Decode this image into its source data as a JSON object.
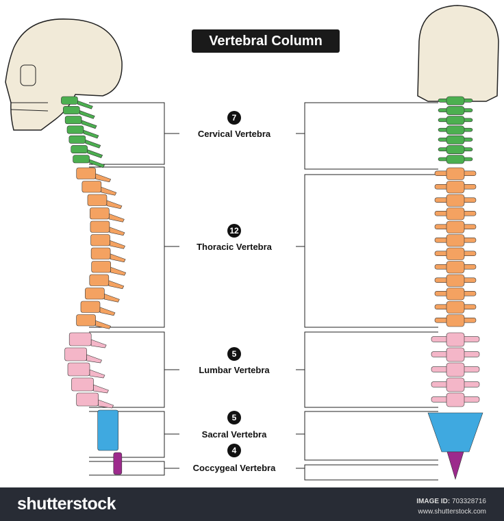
{
  "title": "Vertebral Column",
  "regions": [
    {
      "count": "7",
      "label": "Cervical Vertebra",
      "color": "#4caf50"
    },
    {
      "count": "12",
      "label": "Thoracic Vertebra",
      "color": "#f4a261"
    },
    {
      "count": "5",
      "label": "Lumbar Vertebra",
      "color": "#f4b6c8"
    },
    {
      "count": "5",
      "label": "Sacral Vertebra",
      "color": "#3fa9e0"
    },
    {
      "count": "4",
      "label": "Coccygeal Vertebra",
      "color": "#9c2a8c"
    }
  ],
  "footer": {
    "logo": "shutterstock",
    "image_id_label": "IMAGE ID:",
    "image_id": "703328716",
    "url": "www.shutterstock.com"
  }
}
